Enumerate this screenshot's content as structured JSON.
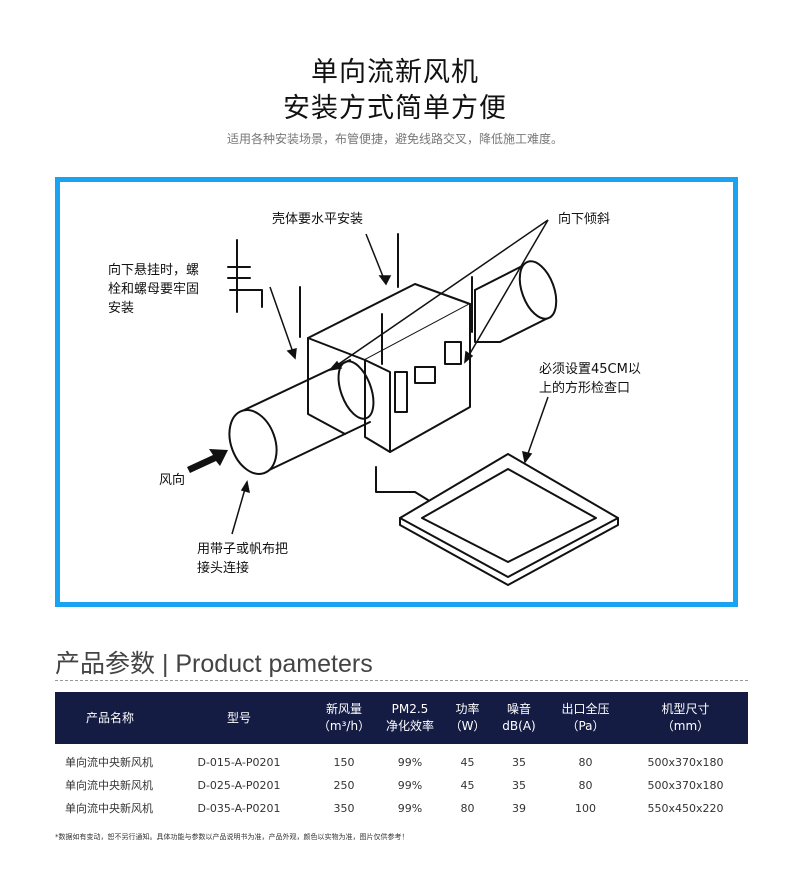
{
  "header": {
    "title_line1": "单向流新风机",
    "title_line2": "安装方式简单方便",
    "subtitle": "适用各种安装场景，布管便捷，避免线路交叉，降低施工难度。"
  },
  "diagram": {
    "labels": {
      "level_install": "壳体要水平安装",
      "tilt_down": "向下倾斜",
      "hang_line1": "向下悬挂时，螺",
      "hang_line2": "栓和螺母要牢固",
      "hang_line3": "安装",
      "access_line1": "必须设置45CM以",
      "access_line2": "上的方形检查口",
      "wind_direction": "风向",
      "strap_line1": "用带子或帆布把",
      "strap_line2": "接头连接"
    },
    "accent_color": "#1aa3f0"
  },
  "section": {
    "title": "产品参数 | Product pameters"
  },
  "table": {
    "header_color": "#141c44",
    "headers": [
      {
        "line1": "产品名称",
        "line2": ""
      },
      {
        "line1": "型号",
        "line2": ""
      },
      {
        "line1": "新风量",
        "line2": "（m³/h）"
      },
      {
        "line1": "PM2.5",
        "line2": "净化效率"
      },
      {
        "line1": "功率",
        "line2": "（W）"
      },
      {
        "line1": "噪音",
        "line2": "dB(A)"
      },
      {
        "line1": "出口全压",
        "line2": "（Pa）"
      },
      {
        "line1": "机型尺寸",
        "line2": "（mm）"
      }
    ],
    "rows": [
      [
        "单向流中央新风机",
        "D-015-A-P0201",
        "150",
        "99%",
        "45",
        "35",
        "80",
        "500x370x180"
      ],
      [
        "单向流中央新风机",
        "D-025-A-P0201",
        "250",
        "99%",
        "45",
        "35",
        "80",
        "500x370x180"
      ],
      [
        "单向流中央新风机",
        "D-035-A-P0201",
        "350",
        "99%",
        "80",
        "39",
        "100",
        "550x450x220"
      ]
    ]
  },
  "footnote": "*数据如有变动，恕不另行通知。具体功能与参数以产品说明书为准，产品外观，颜色以实物为准，图片仅供参考！"
}
